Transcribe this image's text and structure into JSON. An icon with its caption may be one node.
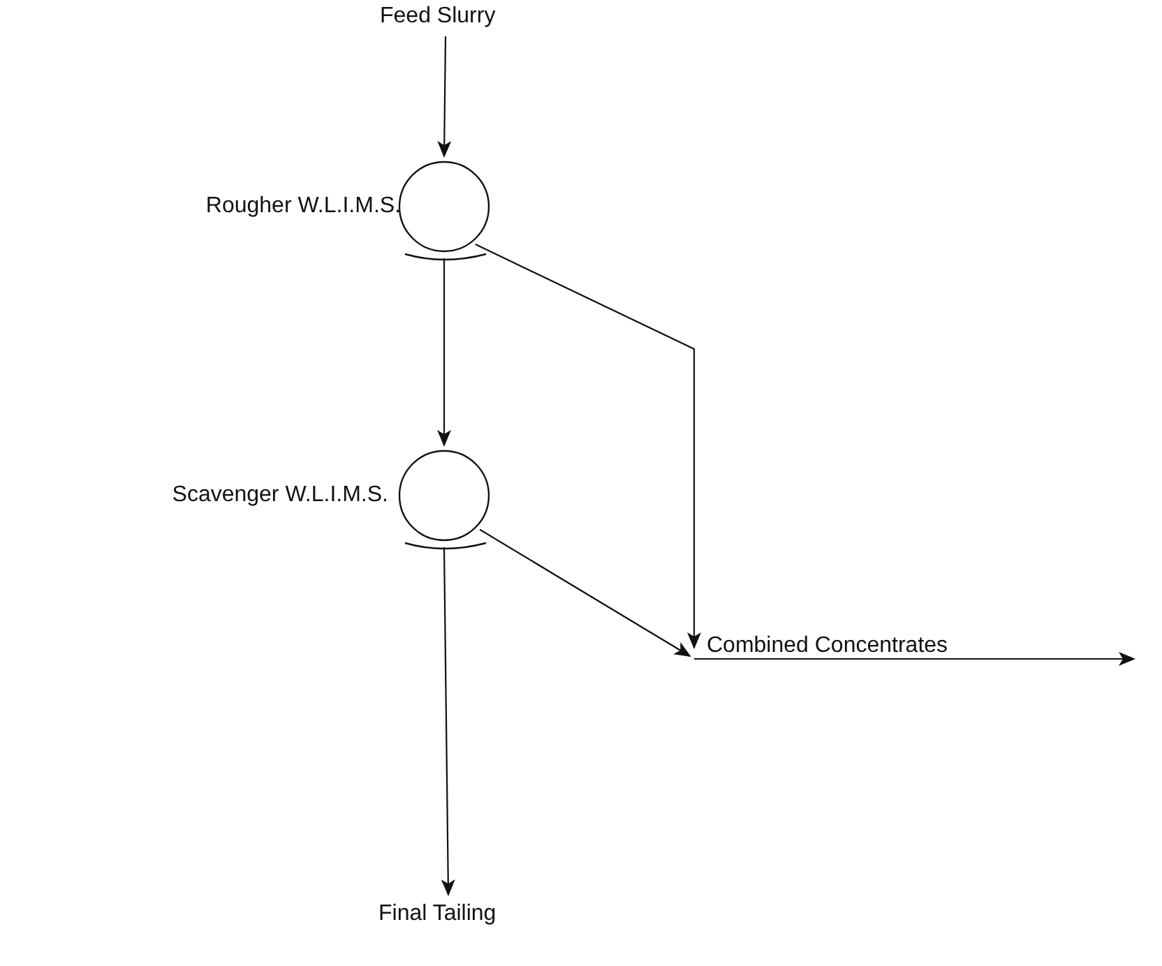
{
  "diagram": {
    "nodes": [
      {
        "text": [
          "Feed Slurry"
        ]
      },
      {
        "text": [
          "Rougher W.L.I.M.S."
        ]
      },
      {
        "text": [
          "Scavenger W.L.I.M.S."
        ]
      },
      {
        "text": [
          "Combined Concentrates"
        ]
      },
      {
        "text": [
          "Final Tailing"
        ]
      }
    ],
    "edges": [
      {
        "from": 0,
        "to": 1,
        "arrow": "to"
      },
      {
        "from": 1,
        "to": 2,
        "arrow": "to"
      },
      {
        "from": 1,
        "to": 3,
        "arrow": "to"
      },
      {
        "from": 2,
        "to": 3,
        "arrow": "to"
      },
      {
        "from": 3,
        "to": null,
        "arrow": "to"
      },
      {
        "from": 2,
        "to": 4,
        "arrow": "to"
      }
    ]
  }
}
